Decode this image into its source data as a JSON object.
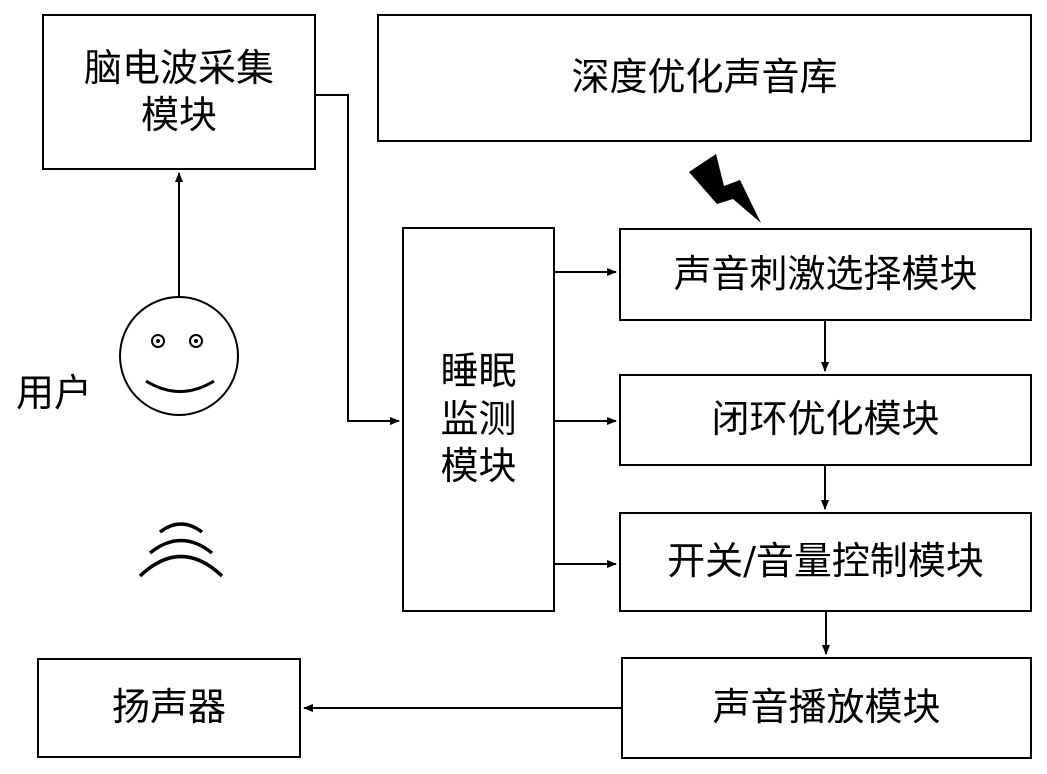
{
  "modules": {
    "eeg_line1": "脑电波采集",
    "eeg_line2": "模块",
    "sound_library": "深度优化声音库",
    "sleep_line1": "睡眠",
    "sleep_line2": "监测",
    "sleep_line3": "模块",
    "sound_select": "声音刺激选择模块",
    "closed_loop": "闭环优化模块",
    "switch_volume": "开关/音量控制模块",
    "sound_play": "声音播放模块",
    "speaker": "扬声器"
  },
  "user_label": "用户"
}
